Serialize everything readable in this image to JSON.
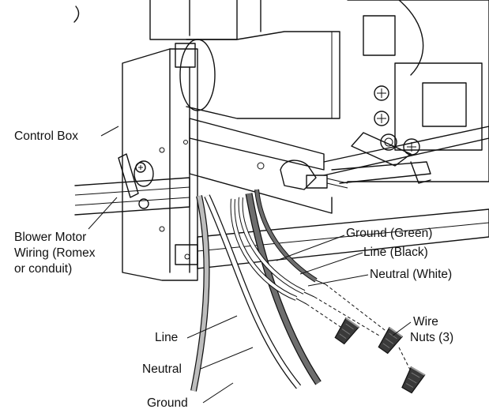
{
  "labels": {
    "control_box": "Control Box",
    "blower_wiring_1": "Blower Motor",
    "blower_wiring_2": "Wiring (Romex",
    "blower_wiring_3": "or conduit)",
    "ground_green": "Ground (Green)",
    "line_black": "Line (Black)",
    "neutral_white": "Neutral (White)",
    "wire_nuts_1": "Wire",
    "wire_nuts_2": "Nuts (3)",
    "line": "Line",
    "neutral": "Neutral",
    "ground": "Ground"
  },
  "colors": {
    "outline": "#111111",
    "panel_fill": "#ffffff",
    "panel_shade": "#d9d9d9",
    "wire_dark": "#6e6e6e",
    "wire_light": "#bdbdbd",
    "wire_white": "#ffffff",
    "wire_nut": "#3a3a3a"
  },
  "icons": {
    "wire_nut": "wire-nut-icon",
    "screw": "screw-icon",
    "cable_clamp": "cable-clamp-icon"
  }
}
